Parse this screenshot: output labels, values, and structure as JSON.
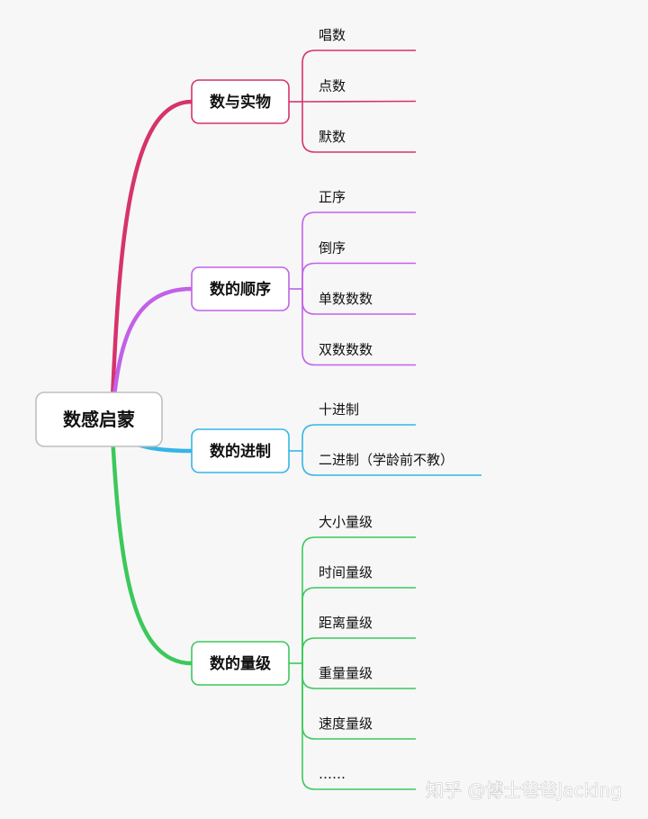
{
  "root": {
    "label": "数感启蒙",
    "border": "#bfbfbf"
  },
  "branches": [
    {
      "label": "数与实物",
      "color": "#d6336c",
      "leaves": [
        "唱数",
        "点数",
        "默数"
      ]
    },
    {
      "label": "数的顺序",
      "color": "#c261e8",
      "leaves": [
        "正序",
        "倒序",
        "单数数数",
        "双数数数"
      ]
    },
    {
      "label": "数的进制",
      "color": "#35b5e5",
      "leaves": [
        "十进制",
        "二进制（学龄前不教）"
      ]
    },
    {
      "label": "数的量级",
      "color": "#3cc85a",
      "leaves": [
        "大小量级",
        "时间量级",
        "距离量级",
        "重量量级",
        "速度量级",
        "……"
      ]
    }
  ],
  "watermark": "知乎 @博士爸爸Jacking"
}
